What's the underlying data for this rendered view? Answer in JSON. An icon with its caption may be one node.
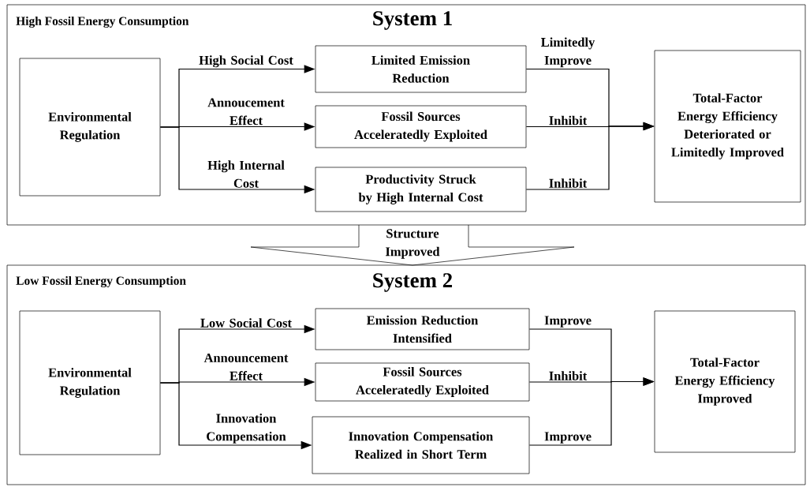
{
  "diagram": {
    "nodes": [
      {
        "text": [
          "High Fossil Energy Consumption",
          "System 1"
        ]
      },
      {
        "text": [
          "Environmental Regulation"
        ],
        "in": 0
      },
      {
        "text": [
          "Limited Emission Reduction"
        ],
        "in": 0
      },
      {
        "text": [
          "Fossil Sources Acceleratedly Exploited"
        ],
        "in": 0
      },
      {
        "text": [
          "Productivity Struck by High Internal Cost"
        ],
        "in": 0
      },
      {
        "text": [
          "Total-Factor Energy Efficiency Deteriorated or Limitedly Improved"
        ],
        "in": 0
      },
      {
        "text": [
          "Structure Improved"
        ]
      },
      {
        "text": [
          "Low Fossil Energy Consumption",
          "System 2"
        ]
      },
      {
        "text": [
          "Environmental Regulation"
        ],
        "in": 7
      },
      {
        "text": [
          "Emission Reduction Intensified"
        ],
        "in": 7
      },
      {
        "text": [
          "Fossil Sources Acceleratedly Exploited"
        ],
        "in": 7
      },
      {
        "text": [
          "Innovation Compensation Realized in Short Term"
        ],
        "in": 7
      },
      {
        "text": [
          "Total-Factor Energy Efficiency Improved"
        ],
        "in": 7
      }
    ],
    "edges": [
      {
        "from": 1,
        "to": 2,
        "arrow": "to",
        "label": "High Social Cost"
      },
      {
        "from": 1,
        "to": 3,
        "arrow": "to",
        "label": "Annoucement Effect"
      },
      {
        "from": 1,
        "to": 4,
        "arrow": "to",
        "label": "High Internal Cost"
      },
      {
        "from": 2,
        "to": 5,
        "arrow": "to",
        "label": "Limitedly Improve"
      },
      {
        "from": 3,
        "to": 5,
        "arrow": "to",
        "label": "Inhibit"
      },
      {
        "from": 4,
        "to": 5,
        "arrow": "to",
        "label": "Inhibit"
      },
      {
        "from": 8,
        "to": 9,
        "arrow": "to",
        "label": "Low Social Cost"
      },
      {
        "from": 8,
        "to": 10,
        "arrow": "to",
        "label": "Announcement Effect"
      },
      {
        "from": 8,
        "to": 11,
        "arrow": "to",
        "label": "Innovation Compensation"
      },
      {
        "from": 9,
        "to": 12,
        "arrow": "to",
        "label": "Improve"
      },
      {
        "from": 10,
        "to": 12,
        "arrow": "to",
        "label": "Inhibit"
      },
      {
        "from": 11,
        "to": 12,
        "arrow": "to",
        "label": "Improve"
      }
    ]
  }
}
